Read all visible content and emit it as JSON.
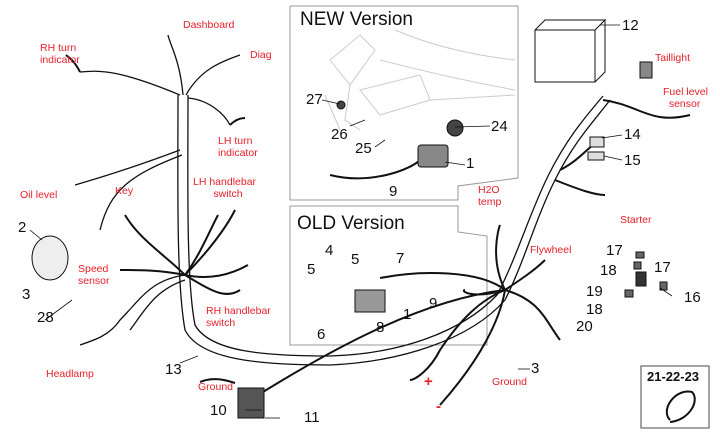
{
  "diagram": {
    "title": "Electrical wiring harness – exploded parts diagram",
    "panels": {
      "new_version": {
        "title": "NEW Version"
      },
      "old_version": {
        "title": "OLD Version"
      },
      "clamp_box": {
        "caption": "21-22-23"
      }
    },
    "labels": {
      "dashboard": "Dashboard",
      "diag": "Diag",
      "rh_turn": "RH turn\nindicator",
      "lh_turn": "LH turn\nindicator",
      "oil_level": "Oil level",
      "key": "Key",
      "lh_handlebar": "LH handlebar\n       switch",
      "speed_sensor": "Speed\nsensor",
      "rh_handlebar": "RH handlebar\nswitch",
      "headlamp": "Headlamp",
      "ground_left": "Ground",
      "ground_right": "Ground",
      "taillight": "Taillight",
      "fuel_level": "Fuel level\n  sensor",
      "h2o_temp": "H2O\ntemp",
      "flywheel": "Flywheel",
      "starter": "Starter",
      "plus": "+",
      "minus": "-"
    },
    "part_numbers": {
      "n1_new": "1",
      "n1_old": "1",
      "n2": "2",
      "n3_left": "3",
      "n3_right": "3",
      "n4": "4",
      "n5a": "5",
      "n5b": "5",
      "n6": "6",
      "n7": "7",
      "n8": "8",
      "n9_new": "9",
      "n9_old": "9",
      "n10": "10",
      "n11": "11",
      "n12": "12",
      "n13": "13",
      "n14": "14",
      "n15": "15",
      "n16": "16",
      "n17a": "17",
      "n17b": "17",
      "n18a": "18",
      "n18b": "18",
      "n19": "19",
      "n20": "20",
      "n24": "24",
      "n25": "25",
      "n26": "26",
      "n27": "27",
      "n28": "28"
    },
    "colors": {
      "label": "#e8202a",
      "ink": "#111111",
      "frame": "#888888"
    }
  }
}
